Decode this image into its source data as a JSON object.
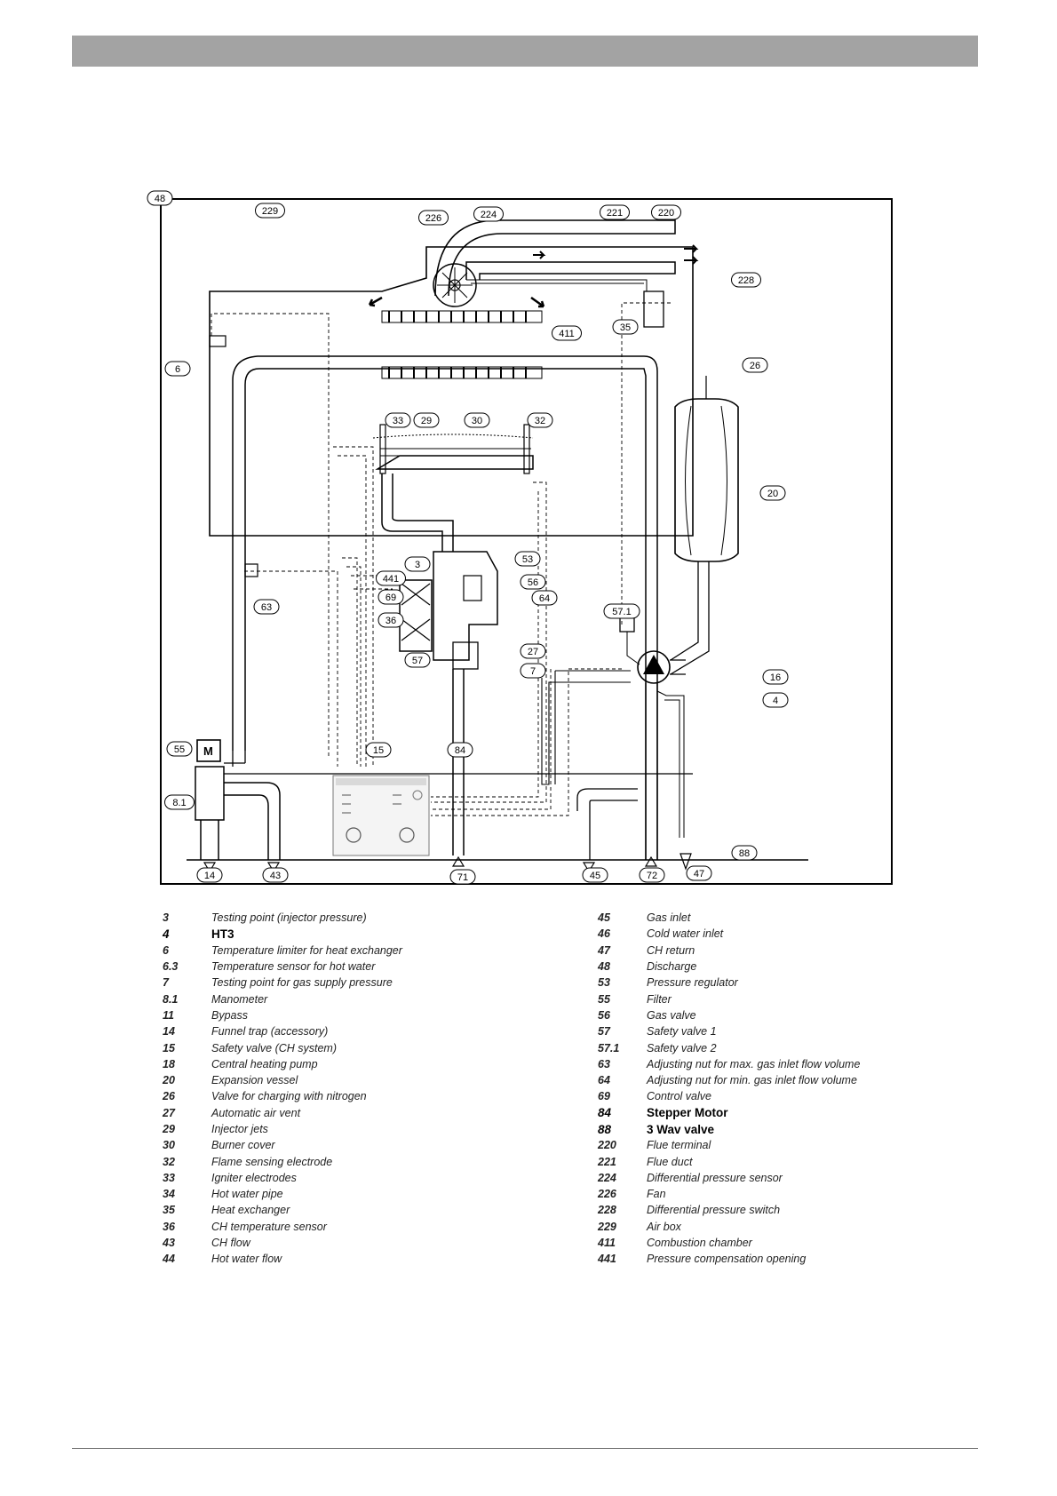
{
  "diagram": {
    "callouts": [
      "229",
      "226",
      "224",
      "221",
      "220",
      "228",
      "411",
      "35",
      "26",
      "6",
      "33",
      "29",
      "30",
      "32",
      "20",
      "3",
      "53",
      "441",
      "56",
      "64",
      "69",
      "63",
      "36",
      "57.1",
      "27",
      "57",
      "7",
      "16",
      "55",
      "15",
      "84",
      "4",
      "8.1",
      "88",
      "14",
      "43",
      "71",
      "45",
      "72",
      "47",
      "48"
    ]
  },
  "legend": {
    "left": [
      {
        "num": "3",
        "text": "Testing point (injector pressure)"
      },
      {
        "num": "4",
        "text": "HT3"
      },
      {
        "num": "6",
        "text": "Temperature limiter for heat exchanger"
      },
      {
        "num": "6.3",
        "text": "Temperature sensor for hot water"
      },
      {
        "num": "7",
        "text": "Testing point for gas supply pressure"
      },
      {
        "num": "8.1",
        "text": "Manometer"
      },
      {
        "num": "11",
        "text": "Bypass"
      },
      {
        "num": "14",
        "text": "Funnel trap (accessory)"
      },
      {
        "num": "15",
        "text": "Safety valve (CH system)"
      },
      {
        "num": "18",
        "text": "Central heating pump"
      },
      {
        "num": "20",
        "text": "Expansion vessel"
      },
      {
        "num": "26",
        "text": "Valve for charging with nitrogen"
      },
      {
        "num": "27",
        "text": "Automatic air vent"
      },
      {
        "num": "29",
        "text": "Injector jets"
      },
      {
        "num": "30",
        "text": "Burner cover"
      },
      {
        "num": "32",
        "text": "Flame sensing electrode"
      },
      {
        "num": "33",
        "text": "Igniter electrodes"
      },
      {
        "num": "34",
        "text": "Hot water pipe"
      },
      {
        "num": "35",
        "text": "Heat exchanger"
      },
      {
        "num": "36",
        "text": "CH temperature sensor"
      },
      {
        "num": "43",
        "text": "CH flow"
      },
      {
        "num": "44",
        "text": "Hot water flow"
      }
    ],
    "right": [
      {
        "num": "45",
        "text": "Gas inlet"
      },
      {
        "num": "46",
        "text": "Cold water inlet"
      },
      {
        "num": "47",
        "text": "CH return"
      },
      {
        "num": "48",
        "text": "Discharge"
      },
      {
        "num": "53",
        "text": "Pressure regulator"
      },
      {
        "num": "55",
        "text": "Filter"
      },
      {
        "num": "56",
        "text": "Gas valve"
      },
      {
        "num": "57",
        "text": "Safety valve 1"
      },
      {
        "num": "57.1",
        "text": "Safety valve 2"
      },
      {
        "num": "63",
        "text": "Adjusting nut for max. gas inlet flow volume"
      },
      {
        "num": "64",
        "text": "Adjusting nut for min. gas inlet flow volume"
      },
      {
        "num": "69",
        "text": "Control valve"
      },
      {
        "num": "84",
        "text": "Stepper Motor"
      },
      {
        "num": "88",
        "text": "3 Wav valve"
      },
      {
        "num": "220",
        "text": "Flue terminal"
      },
      {
        "num": "221",
        "text": "Flue duct"
      },
      {
        "num": "224",
        "text": "Differential pressure sensor"
      },
      {
        "num": "226",
        "text": "Fan"
      },
      {
        "num": "228",
        "text": "Differential pressure switch"
      },
      {
        "num": "229",
        "text": "Air box"
      },
      {
        "num": "411",
        "text": "Combustion chamber"
      },
      {
        "num": "441",
        "text": "Pressure compensation opening"
      }
    ]
  }
}
